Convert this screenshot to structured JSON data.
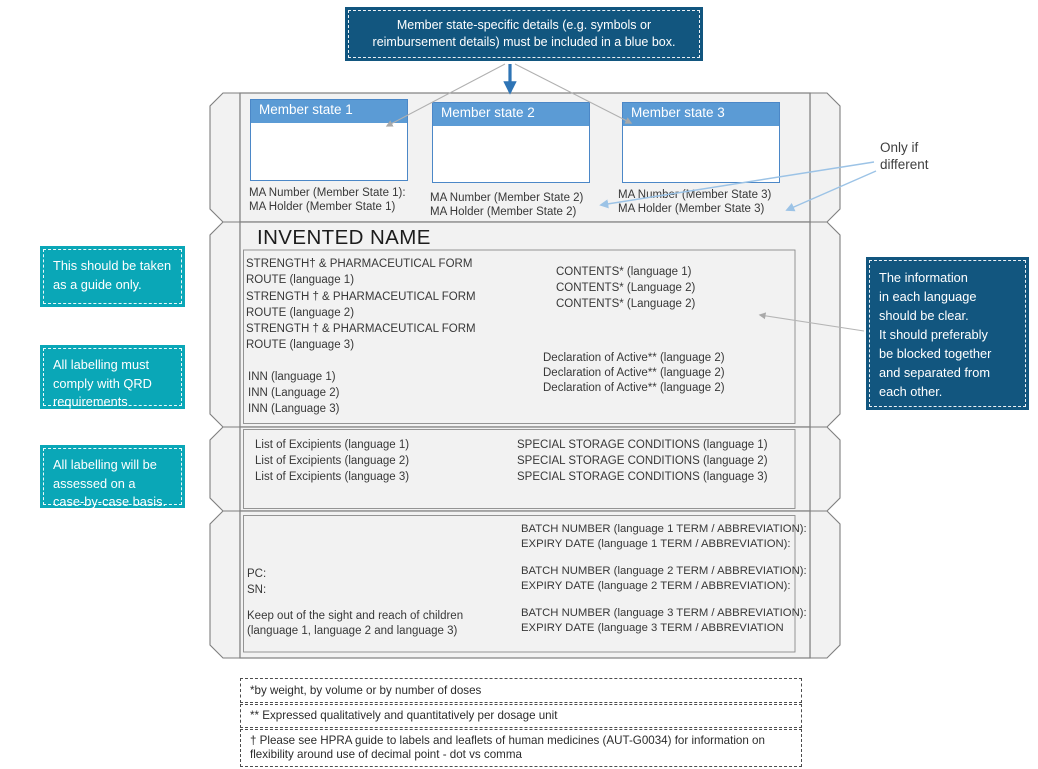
{
  "annotations": {
    "top_note": "Member state-specific details (e.g. symbols or\nreimbursement details) must be included in a blue box.",
    "only_if_different": "Only if\ndifferent",
    "guide_note": "This should be taken\nas a guide only.",
    "qrd_note": "All labelling must\ncomply with QRD\nrequirements",
    "case_note": "All labelling will be\nassessed on a\ncase-by-case basis.",
    "language_note": "The information\nin each language\nshould be clear.\nIt should preferably\nbe blocked together\nand separated from\neach other."
  },
  "member_states": [
    {
      "header": "Member state 1",
      "ma_number": "MA Number (Member State 1):",
      "ma_holder": "MA Holder (Member State 1)"
    },
    {
      "header": "Member state 2",
      "ma_number": "MA Number (Member State 2)",
      "ma_holder": "MA Holder (Member State 2)"
    },
    {
      "header": "Member state 3",
      "ma_number": "MA Number (Member State 3)",
      "ma_holder": "MA Holder (Member State 3)"
    }
  ],
  "main_panel": {
    "title": "INVENTED NAME",
    "strength_block": "STRENGTH† & PHARMACEUTICAL FORM\nROUTE (language 1)\nSTRENGTH † & PHARMACEUTICAL FORM\nROUTE (language 2)\nSTRENGTH † & PHARMACEUTICAL FORM\nROUTE (language 3)",
    "inn_block": "INN (language 1)\nINN (Language 2)\nINN (Language 3)",
    "contents_block": "CONTENTS* (language 1)\nCONTENTS* (Language 2)\nCONTENTS* (Language 2)",
    "declaration_block": "Declaration of Active** (language 2)\nDeclaration of Active** (language 2)\nDeclaration of Active** (language 2)"
  },
  "storage_panel": {
    "excipients_block": "List of Excipients (language 1)\nList of Excipients (language 2)\nList of Excipients (language 3)",
    "storage_block": "SPECIAL STORAGE CONDITIONS (language 1)\nSPECIAL STORAGE CONDITIONS (language 2)\nSPECIAL STORAGE CONDITIONS (language 3)"
  },
  "batch_panel": {
    "pc_sn": "PC:\nSN:",
    "keep_out": "Keep out of the sight and reach of children\n(language 1, language 2 and language 3)",
    "group1": "BATCH NUMBER (language 1 TERM / ABBREVIATION):\nEXPIRY DATE (language 1 TERM / ABBREVIATION):",
    "group2": "BATCH NUMBER (language 2 TERM / ABBREVIATION):\nEXPIRY DATE (language 2 TERM / ABBREVIATION):",
    "group3": "BATCH NUMBER (language 3 TERM / ABBREVIATION):\nEXPIRY DATE (language 3 TERM / ABBREVIATION"
  },
  "footnotes": [
    "*by weight, by volume or by number of doses",
    "** Expressed qualitatively and quantitatively per dosage unit",
    "† Please see HPRA guide to labels and leaflets of human medicines (AUT-G0034) for information on flexibility around use of decimal point - dot vs comma"
  ],
  "colors": {
    "navy_note": "#12567f",
    "teal_note": "#0aa7b7",
    "member_state_blue": "#5b9bd5",
    "member_state_border": "#4b87c7",
    "thick_arrow_blue": "#2e74b5",
    "light_blue_arrow": "#9cc3e6",
    "gray_arrow": "#aaaaaa",
    "carton_fill": "#f2f2f2",
    "carton_border": "#7f7f7f"
  }
}
